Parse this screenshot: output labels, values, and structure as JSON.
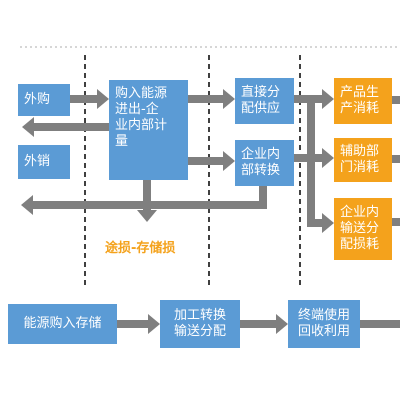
{
  "top_flow": {
    "purchase": "外购",
    "sales": "外销",
    "metering": "购入能源\n进出-企\n业内部计\n量",
    "direct_supply": "直接分\n配供应",
    "internal_conversion": "企业内\n部转换",
    "storage_loss": "途损-存储损",
    "production": "产品生\n产消耗",
    "auxiliary": "辅助部\n门消耗",
    "transport_loss": "企业内\n输送分\n配损耗"
  },
  "bottom_flow": {
    "step1": "能源购入存储",
    "step2": "加工转换\n输送分配",
    "step3": "终端使用\n回收利用"
  },
  "colors": {
    "box": "#5b9bd5",
    "accent": "#f4a21c",
    "arrow": "#7f7f7f",
    "divider": "#000000"
  }
}
